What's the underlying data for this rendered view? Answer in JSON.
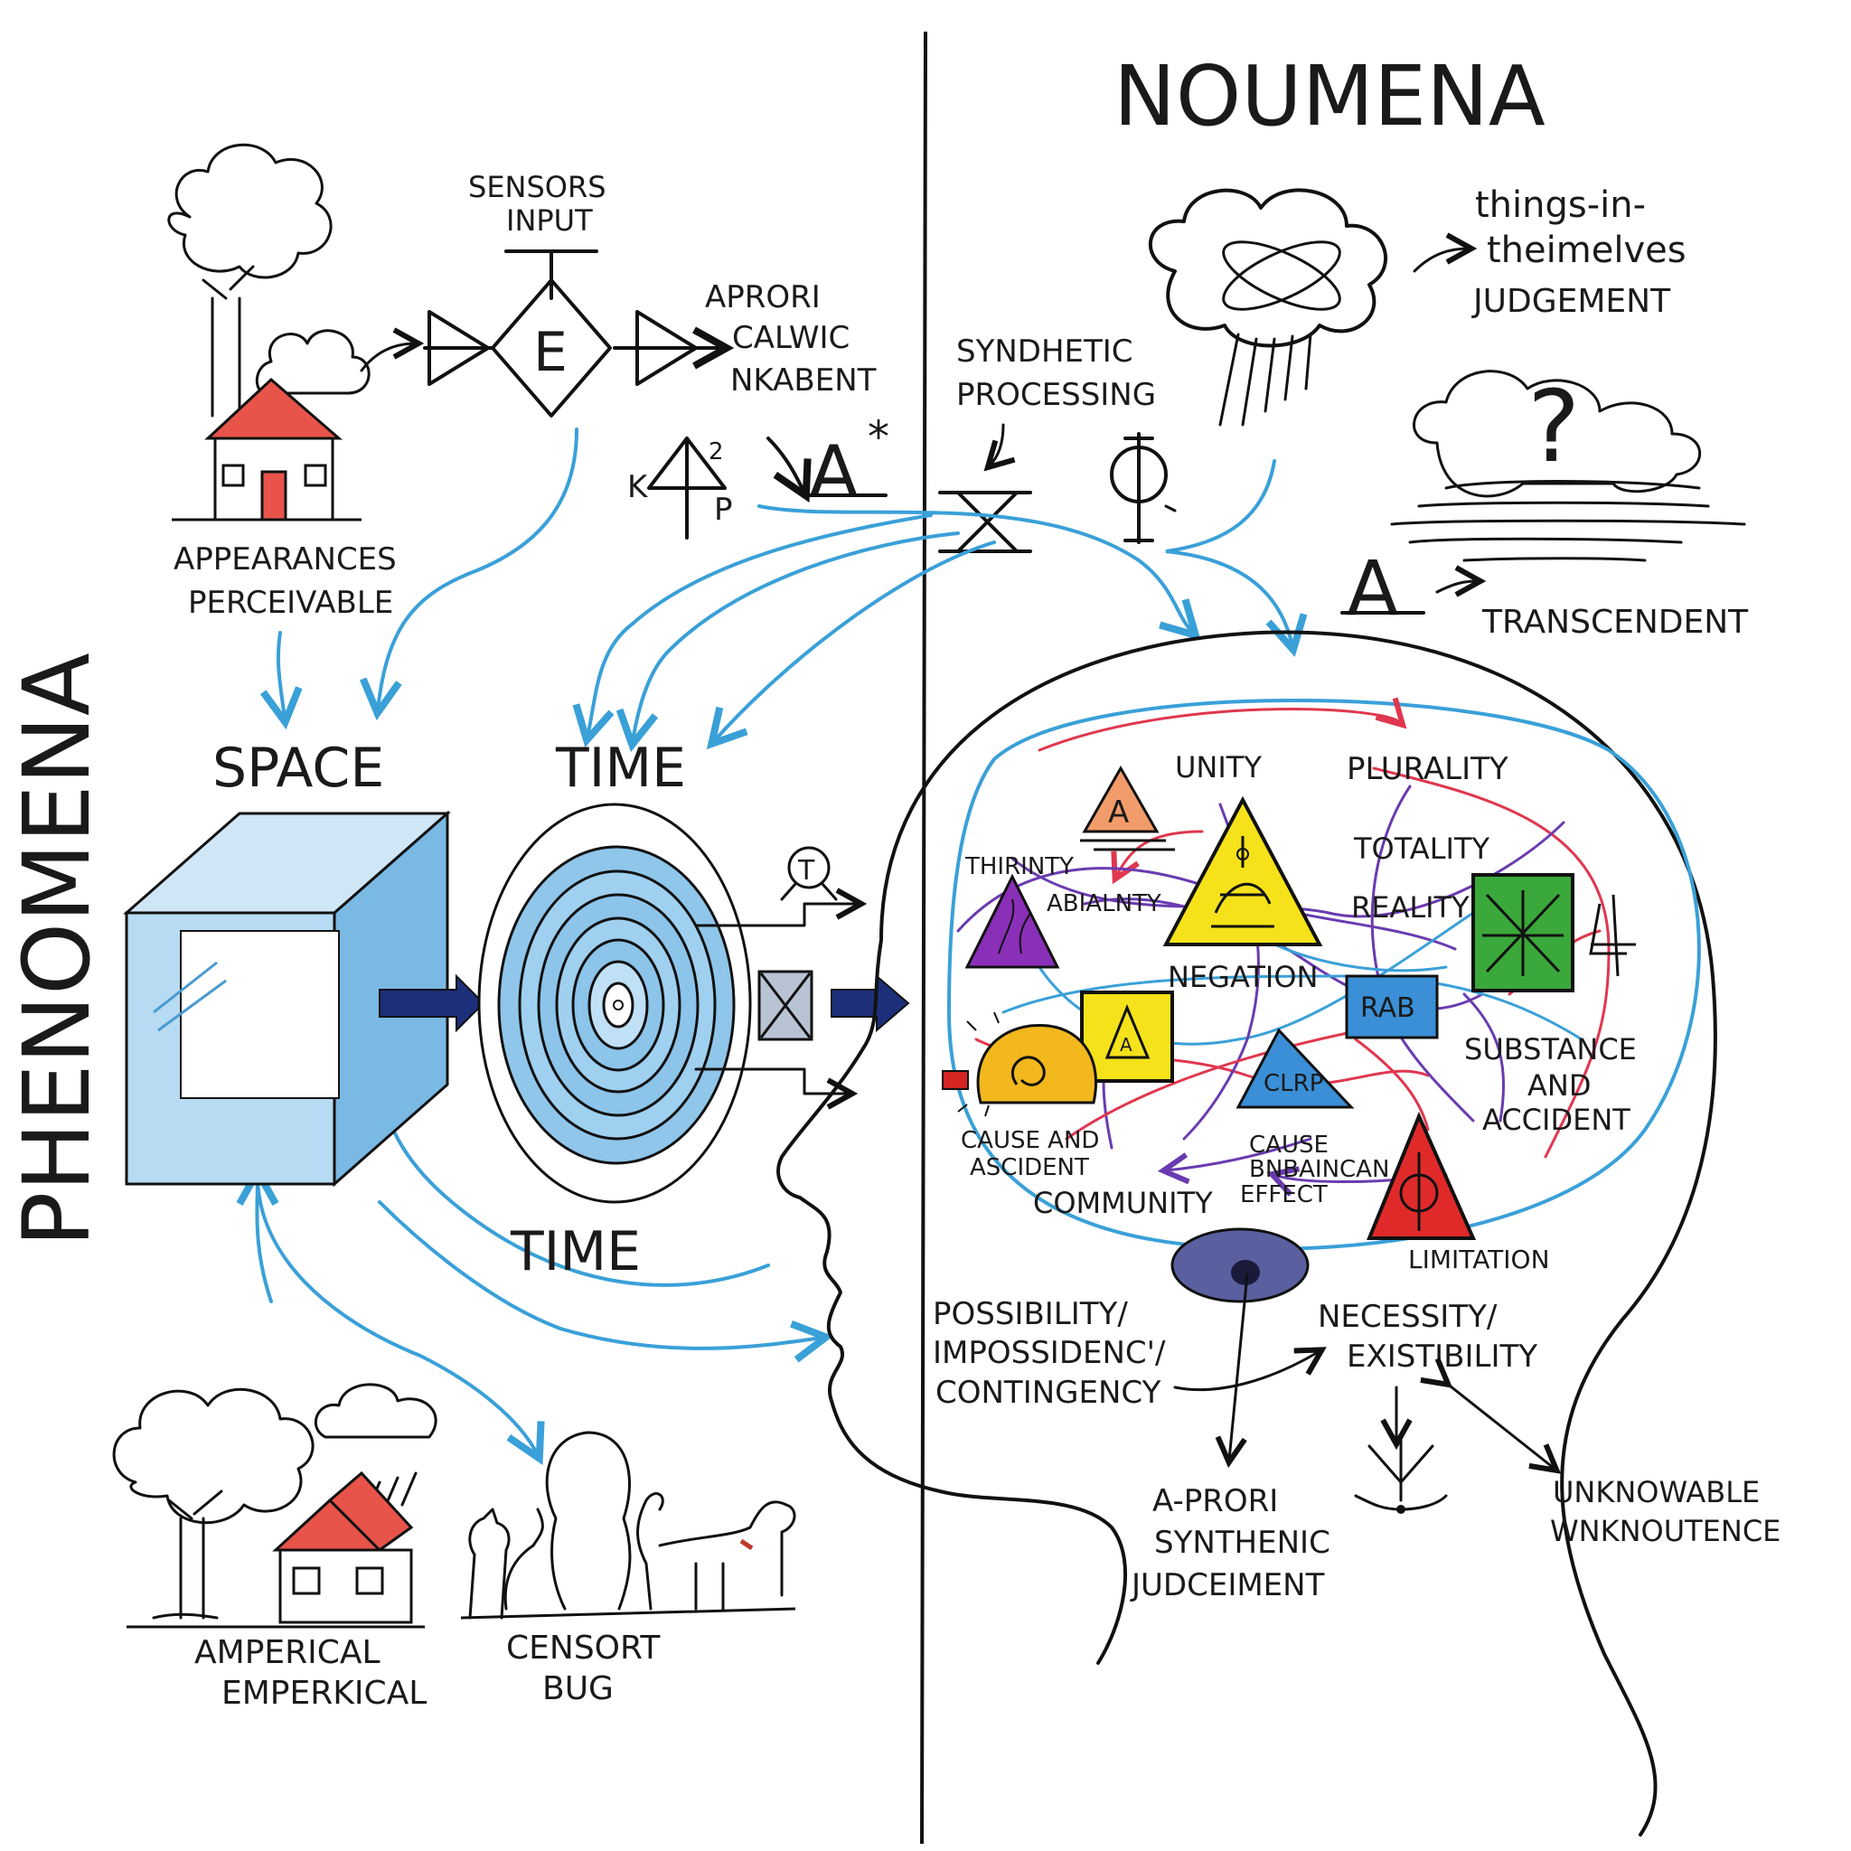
{
  "headings": {
    "noumena": "NOUMENA",
    "phenomena": "PHENOMENA"
  },
  "phenomena_side": {
    "sensors_input": [
      "SENSORS",
      "INPUT"
    ],
    "apriori": [
      "APRORI",
      "CALWIC",
      "NKABENT"
    ],
    "appearances": [
      "APPEARANCES",
      "PERCEIVABLE"
    ],
    "space": "SPACE",
    "time_top": "TIME",
    "time_bottom": "TIME",
    "empirical": [
      "AMPERICAL",
      "EMPERKICAL"
    ],
    "censort": [
      "CENSORT",
      "BUG"
    ],
    "kp_symbol": "K",
    "kp_sup": "2",
    "kp_sub": "P",
    "a_star": "A",
    "a_star_sup": "*",
    "e_symbol": "E",
    "t_symbol": "T"
  },
  "noumena_side": {
    "synthetic": [
      "SYNDHETIC",
      "PROCESSING"
    ],
    "things": [
      "things-in-",
      "theimelves",
      "JUDGEMENT"
    ],
    "question": "?",
    "transcendent": "TRANSCENDENT",
    "a_symbol": "A"
  },
  "categories": {
    "unity": "UNITY",
    "plurality": "PLURALITY",
    "thirinty": "THIRINTY",
    "abialnty": "ABIALNTY",
    "totality": "TOTALITY",
    "reality": "REALITY",
    "negation": "NEGATION",
    "rab": "RAB",
    "substance": [
      "SUBSTANCE",
      "AND",
      "ACCIDENT"
    ],
    "cause_accident": [
      "CAUSE AND",
      "ASCIDENT"
    ],
    "cause_effect": [
      "CAUSE",
      "BNBAINCAN",
      "EFFECT"
    ],
    "community": "COMMUNITY",
    "limitation": "LIMITATION",
    "clrp": "CLRP",
    "tri_a": "A",
    "square_a": "A"
  },
  "modality": {
    "possibility": [
      "POSSIBILITY/",
      "IMPOSSIDENC'/",
      "CONTINGENCY"
    ],
    "necessity": [
      "NECESSITY/",
      "EXISTIBILITY"
    ],
    "apriori_synthetic": [
      "A-PRORI",
      "SYNTHENIC",
      "JUDCEIMENT"
    ],
    "unknowable": [
      "UNKNOWABLE",
      "WNKNOUTENCE"
    ]
  },
  "colors": {
    "blue_arrow": "#3aa0d8",
    "red_roof": "#e8544a",
    "purple": "#8a2fb8",
    "yellow": "#f5e21a",
    "green": "#3aa83a",
    "cube_blue": "#a9d3ee",
    "navy_arrow": "#1d2f7a"
  }
}
